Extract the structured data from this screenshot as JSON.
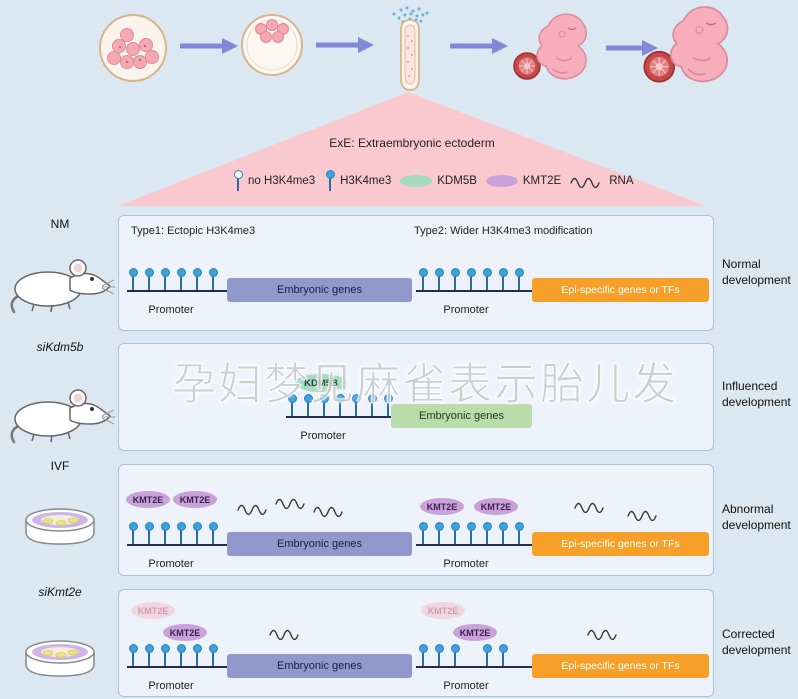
{
  "watermark": "孕妇梦见麻雀表示胎儿发",
  "legend": {
    "exe_note": "ExE: Extraembryonic ectoderm",
    "no_h3k4me3": "no H3K4me3",
    "h3k4me3": "H3K4me3",
    "kdm5b": "KDM5B",
    "kmt2e": "KMT2E",
    "rna": "RNA"
  },
  "rows": {
    "nm": {
      "label": "NM",
      "development": "Normal development",
      "type1": "Type1: Ectopic H3K4me3",
      "type2": "Type2: Wider H3K4me3 modification",
      "track1": {
        "gene": "Embryonic genes",
        "promoter": "Promoter"
      },
      "track2": {
        "gene": "Epi-specific genes or TFs",
        "promoter": "Promoter"
      }
    },
    "sikdm5b": {
      "label": "siKdm5b",
      "development": "Influenced development",
      "enzyme": "KDM5B",
      "track1": {
        "gene": "Embryonic genes",
        "promoter": "Promoter"
      }
    },
    "ivf": {
      "label": "IVF",
      "development": "Abnormal development",
      "enzyme": "KMT2E",
      "track1": {
        "gene": "Embryonic genes",
        "promoter": "Promoter"
      },
      "track2": {
        "gene": "Epi-specific genes or TFs",
        "promoter": "Promoter"
      }
    },
    "sikmt2e": {
      "label": "siKmt2e",
      "development": "Corrected development",
      "enzyme": "KMT2E",
      "track1": {
        "gene": "Embryonic genes",
        "promoter": "Promoter"
      },
      "track2": {
        "gene": "Epi-specific genes or TFs",
        "promoter": "Promoter"
      }
    }
  },
  "colors": {
    "background": "#dbe7f1",
    "panel": "#eef3fb",
    "triangle_pink": "#fac9cf",
    "arrow_purple": "#8088d8",
    "lollipop_blue": "#3ba2dd",
    "dna_line_navy": "#1e2d52",
    "embryonic_gene_purple": "#9198cc",
    "embryonic_gene_green": "#badcab",
    "epi_gene_orange": "#f6a02a",
    "kdm5b_green": "#a6d8c2",
    "kmt2e_purple": "#c9a2da",
    "kmt2e_faded": "#f0d6e0"
  }
}
